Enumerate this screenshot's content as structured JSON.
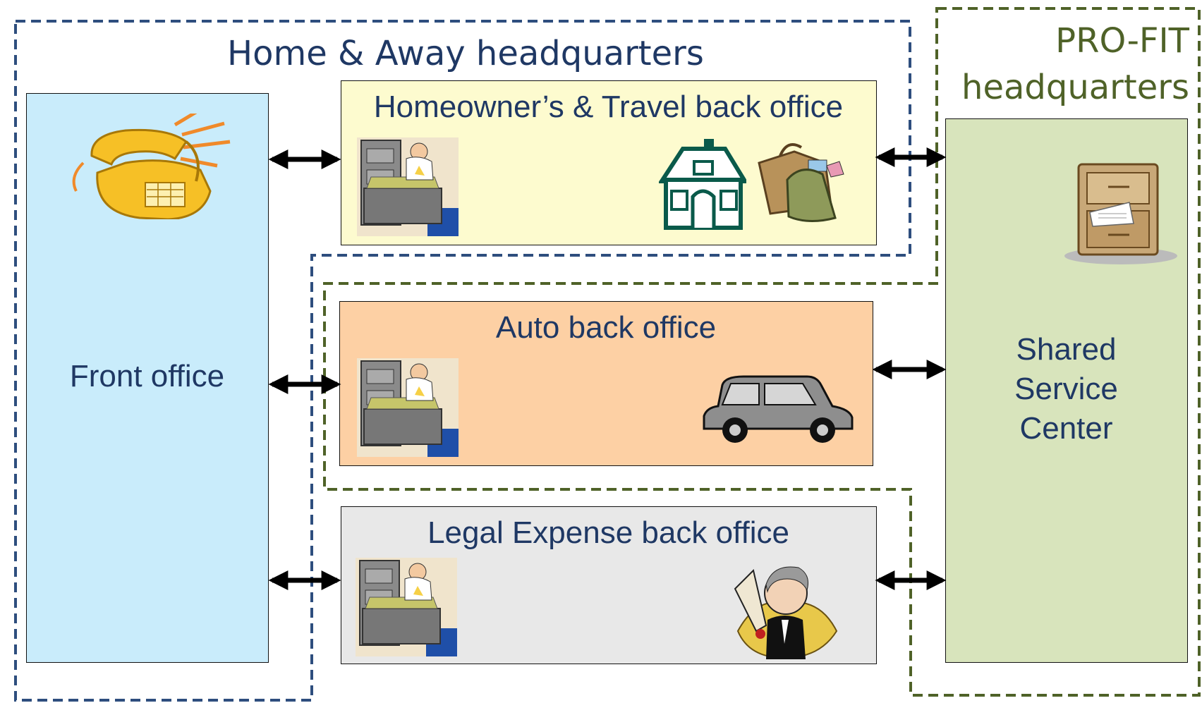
{
  "regions": {
    "home_away": {
      "label": "Home & Away headquarters",
      "border_color": "#2e4e7e"
    },
    "profit": {
      "label_line1": "PRO-FIT",
      "label_line2": "headquarters",
      "border_color": "#4f6228"
    }
  },
  "boxes": {
    "front_office": {
      "label": "Front office",
      "fill": "#c9ecfb"
    },
    "homeowners_travel": {
      "label": "Homeowner’s & Travel back office",
      "fill": "#fdfbcf"
    },
    "auto": {
      "label": "Auto back office",
      "fill": "#fdd0a4"
    },
    "legal_expense": {
      "label": "Legal Expense back office",
      "fill": "#e8e8e8"
    },
    "shared_service": {
      "label_line1": "Shared",
      "label_line2": "Service",
      "label_line3": "Center",
      "fill": "#d8e4bc"
    }
  },
  "icons": [
    "telephone-icon",
    "file-clerk-icon",
    "house-icon",
    "luggage-icon",
    "car-icon",
    "lawyer-icon",
    "filing-cabinet-icon",
    "double-arrow-icon"
  ],
  "colors": {
    "text": "#1f3864",
    "arrow": "#000000"
  }
}
